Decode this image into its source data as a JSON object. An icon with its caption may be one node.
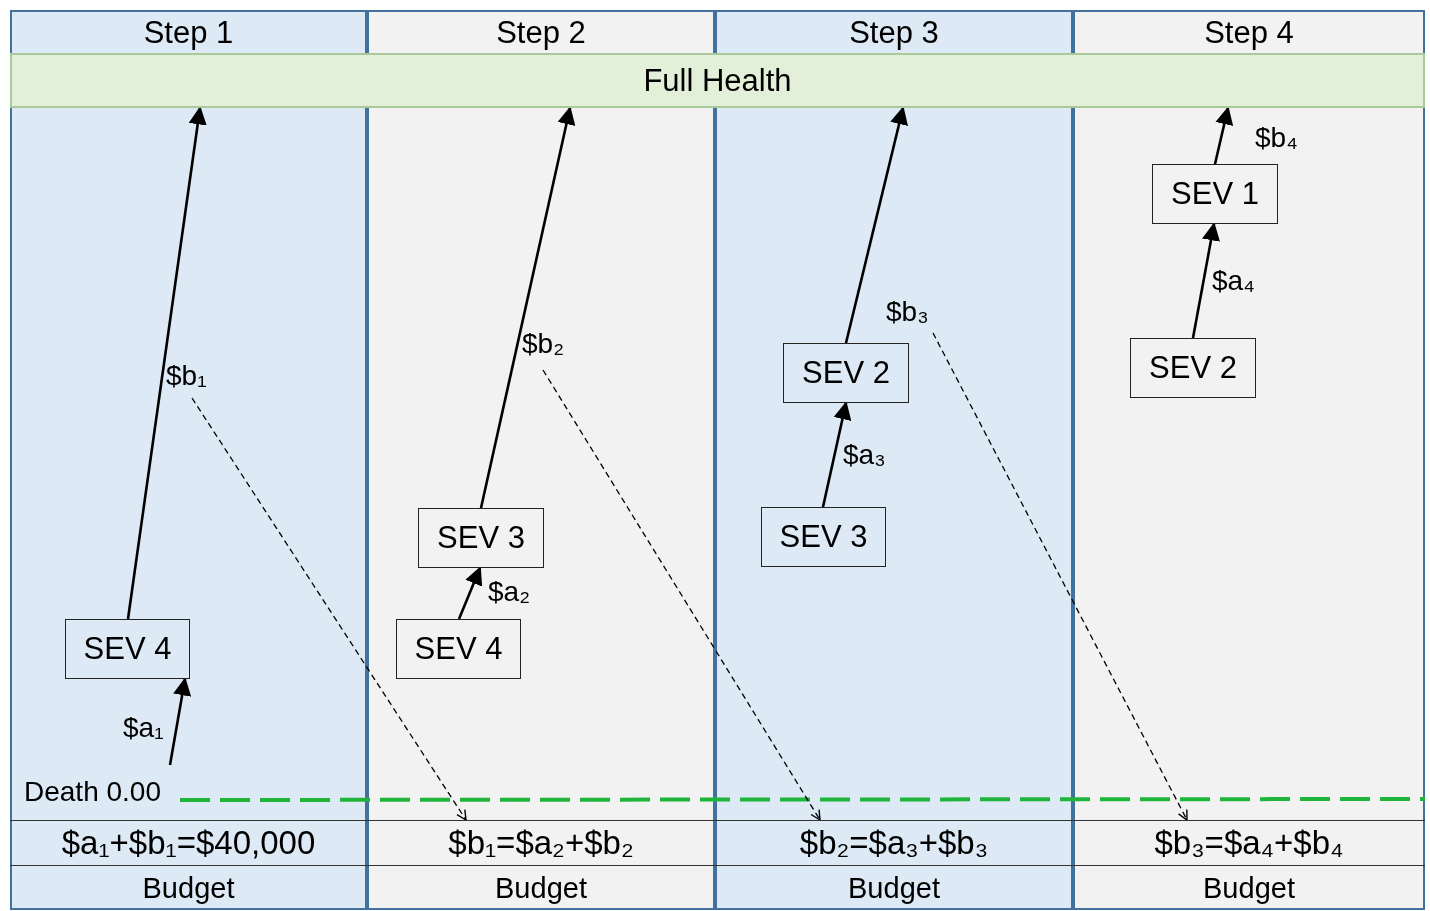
{
  "diagram": {
    "nodes": [
      {
        "text": [
          "Step 1"
        ]
      },
      {
        "text": [
          "Step 2"
        ]
      },
      {
        "text": [
          "Step 3"
        ]
      },
      {
        "text": [
          "Step 4"
        ]
      },
      {
        "text": [
          "Full Health"
        ]
      },
      {
        "text": [
          "SEV 4"
        ],
        "in": 0
      },
      {
        "text": [
          "$a₁+$b₁=$40,000"
        ],
        "in": 0
      },
      {
        "text": [
          "Budget"
        ],
        "in": 0
      },
      {
        "text": [
          "SEV 3"
        ],
        "in": 1
      },
      {
        "text": [
          "SEV 4"
        ],
        "in": 1
      },
      {
        "text": [
          "$b₁=$a₂+$b₂"
        ],
        "in": 1
      },
      {
        "text": [
          "Budget"
        ],
        "in": 1
      },
      {
        "text": [
          "SEV 2"
        ],
        "in": 2
      },
      {
        "text": [
          "SEV 3"
        ],
        "in": 2
      },
      {
        "text": [
          "$b₂=$a₃+$b₃"
        ],
        "in": 2
      },
      {
        "text": [
          "Budget"
        ],
        "in": 2
      },
      {
        "text": [
          "SEV 1"
        ],
        "in": 3
      },
      {
        "text": [
          "SEV 2"
        ],
        "in": 3
      },
      {
        "text": [
          "$b₃=$a₄+$b₄"
        ],
        "in": 3
      },
      {
        "text": [
          "Budget"
        ],
        "in": 3
      }
    ],
    "edges": [
      {
        "from": null,
        "to": 5,
        "arrow": "to",
        "label": "$a₁"
      },
      {
        "from": 5,
        "to": 4,
        "arrow": "to",
        "label": "$b₁"
      },
      {
        "from": null,
        "to": 10,
        "arrow": "to",
        "style": "dashed"
      },
      {
        "from": 9,
        "to": 8,
        "arrow": "to",
        "label": "$a₂"
      },
      {
        "from": 8,
        "to": 4,
        "arrow": "to",
        "label": "$b₂"
      },
      {
        "from": null,
        "to": 14,
        "arrow": "to",
        "style": "dashed"
      },
      {
        "from": 13,
        "to": 12,
        "arrow": "to",
        "label": "$a₃"
      },
      {
        "from": 12,
        "to": 4,
        "arrow": "to",
        "label": "$b₃"
      },
      {
        "from": null,
        "to": 18,
        "arrow": "to",
        "style": "dashed"
      },
      {
        "from": 17,
        "to": 16,
        "arrow": "to",
        "label": "$a₄"
      },
      {
        "from": 16,
        "to": 4,
        "arrow": "to",
        "label": "$b₄"
      }
    ],
    "labels": [
      "Death 0.00"
    ]
  }
}
